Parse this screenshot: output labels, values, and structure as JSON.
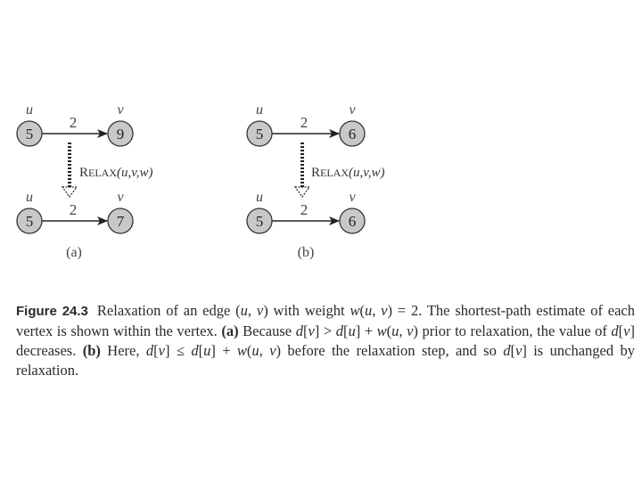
{
  "diagram": {
    "panels": [
      {
        "id": "a",
        "label": "(a)",
        "before": {
          "u_name": "u",
          "v_name": "v",
          "u_value": "5",
          "v_value": "9",
          "weight": "2"
        },
        "after": {
          "u_name": "u",
          "v_name": "v",
          "u_value": "5",
          "v_value": "7",
          "weight": "2"
        },
        "operation": {
          "name_first": "R",
          "name_rest": "ELAX",
          "args": "(u,v,w)"
        }
      },
      {
        "id": "b",
        "label": "(b)",
        "before": {
          "u_name": "u",
          "v_name": "v",
          "u_value": "5",
          "v_value": "6",
          "weight": "2"
        },
        "after": {
          "u_name": "u",
          "v_name": "v",
          "u_value": "5",
          "v_value": "6",
          "weight": "2"
        },
        "operation": {
          "name_first": "R",
          "name_rest": "ELAX",
          "args": "(u,v,w)"
        }
      }
    ]
  },
  "caption": {
    "figure_label": "Figure 24.3",
    "segments": [
      {
        "t": "Relaxation of an edge (",
        "s": "n"
      },
      {
        "t": "u",
        "s": "i"
      },
      {
        "t": ", ",
        "s": "n"
      },
      {
        "t": "v",
        "s": "i"
      },
      {
        "t": ") with weight ",
        "s": "n"
      },
      {
        "t": "w",
        "s": "i"
      },
      {
        "t": "(",
        "s": "n"
      },
      {
        "t": "u",
        "s": "i"
      },
      {
        "t": ", ",
        "s": "n"
      },
      {
        "t": "v",
        "s": "i"
      },
      {
        "t": ") = 2. The shortest-path estimate of each vertex is shown within the vertex. ",
        "s": "n"
      },
      {
        "t": "(a)",
        "s": "b"
      },
      {
        "t": " Because ",
        "s": "n"
      },
      {
        "t": "d",
        "s": "i"
      },
      {
        "t": "[",
        "s": "n"
      },
      {
        "t": "v",
        "s": "i"
      },
      {
        "t": "] > ",
        "s": "n"
      },
      {
        "t": "d",
        "s": "i"
      },
      {
        "t": "[",
        "s": "n"
      },
      {
        "t": "u",
        "s": "i"
      },
      {
        "t": "] + ",
        "s": "n"
      },
      {
        "t": "w",
        "s": "i"
      },
      {
        "t": "(",
        "s": "n"
      },
      {
        "t": "u",
        "s": "i"
      },
      {
        "t": ", ",
        "s": "n"
      },
      {
        "t": "v",
        "s": "i"
      },
      {
        "t": ") prior to relaxation, the value of ",
        "s": "n"
      },
      {
        "t": "d",
        "s": "i"
      },
      {
        "t": "[",
        "s": "n"
      },
      {
        "t": "v",
        "s": "i"
      },
      {
        "t": "] decreases. ",
        "s": "n"
      },
      {
        "t": "(b)",
        "s": "b"
      },
      {
        "t": " Here, ",
        "s": "n"
      },
      {
        "t": "d",
        "s": "i"
      },
      {
        "t": "[",
        "s": "n"
      },
      {
        "t": "v",
        "s": "i"
      },
      {
        "t": "] ≤ ",
        "s": "n"
      },
      {
        "t": "d",
        "s": "i"
      },
      {
        "t": "[",
        "s": "n"
      },
      {
        "t": "u",
        "s": "i"
      },
      {
        "t": "] + ",
        "s": "n"
      },
      {
        "t": "w",
        "s": "i"
      },
      {
        "t": "(",
        "s": "n"
      },
      {
        "t": "u",
        "s": "i"
      },
      {
        "t": ", ",
        "s": "n"
      },
      {
        "t": "v",
        "s": "i"
      },
      {
        "t": ") before the relaxation step, and so ",
        "s": "n"
      },
      {
        "t": "d",
        "s": "i"
      },
      {
        "t": "[",
        "s": "n"
      },
      {
        "t": "v",
        "s": "i"
      },
      {
        "t": "] is unchanged by relaxation.",
        "s": "n"
      }
    ]
  },
  "colors": {
    "node_fill": "#c8c8c8",
    "node_stroke": "#333333",
    "edge": "#222222",
    "text": "#2a2a2a"
  }
}
